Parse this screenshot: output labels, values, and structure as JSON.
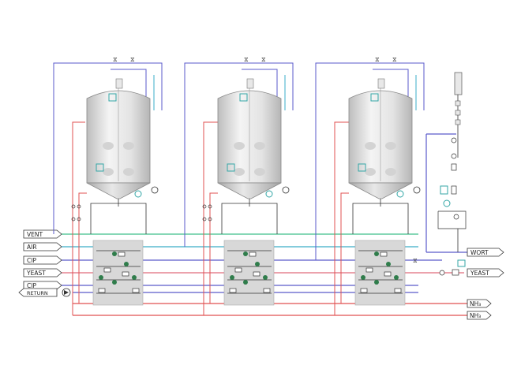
{
  "left_tags": {
    "vent": "VENT",
    "air": "AIR",
    "cip_top": "CIP",
    "yeast": "YEAST",
    "cip_bottom": "CIP",
    "return": "RETURN"
  },
  "right_tags": {
    "wort": "WORT",
    "yeast": "YEAST",
    "nh3_top": "NH₃",
    "nh3_bottom": "NH₃"
  },
  "colors": {
    "vent": "#3fbf8a",
    "air": "#3aaec8",
    "cip": "#5a5acb",
    "yeast": "#e06b7a",
    "nh3": "#e05050",
    "tank_body": "#e6e6e6",
    "manifold": "#d8d8d8",
    "valve_green": "#2f7d4b"
  }
}
